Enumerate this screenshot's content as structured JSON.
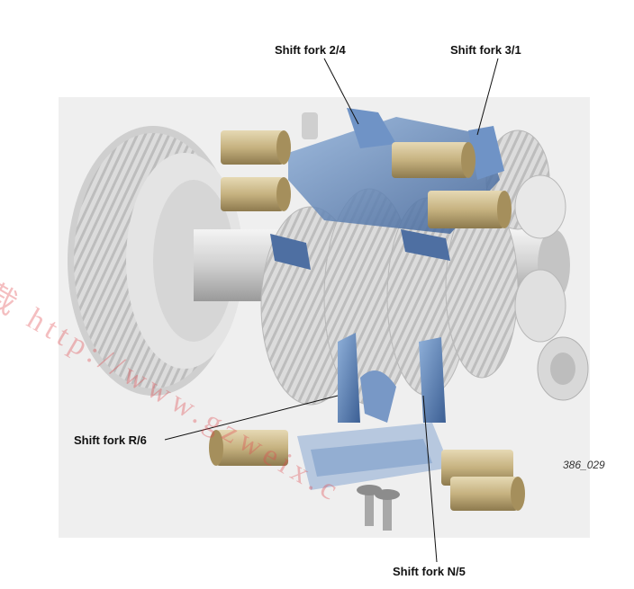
{
  "labels": {
    "shift_fork_24": "Shift fork 2/4",
    "shift_fork_31": "Shift fork 3/1",
    "shift_fork_r6": "Shift fork R/6",
    "shift_fork_n5": "Shift fork N/5"
  },
  "figure_id": "386_029",
  "watermark": "载 http://www.gzweix.c",
  "colors": {
    "fork_blue": "#5a7fb3",
    "fork_dark": "#2f4f80",
    "gear_gray": "#d9d9d9",
    "gear_dark": "#a9a9a9",
    "bushing_gold": "#c9b68a",
    "background_panel": "#ececec",
    "watermark_red": "#e0474c"
  }
}
